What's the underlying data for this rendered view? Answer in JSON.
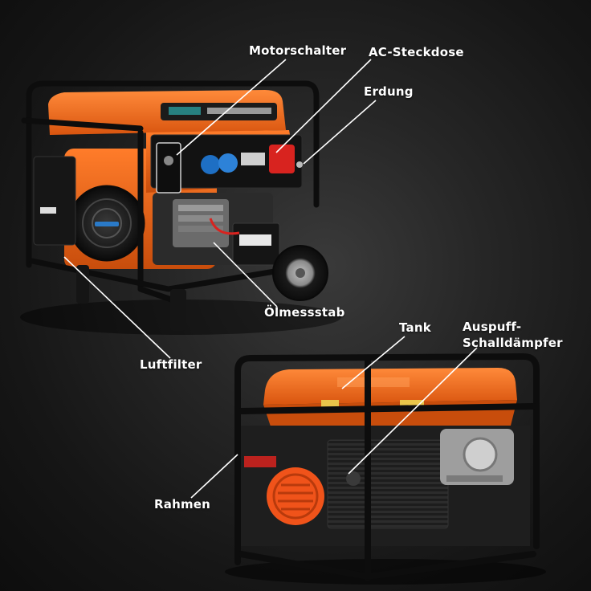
{
  "labels": {
    "motorschalter": "Motorschalter",
    "ac_steckdose": "AC-Steckdose",
    "erdung": "Erdung",
    "oelmessstab": "Ölmessstab",
    "luftfilter": "Luftfilter",
    "tank": "Tank",
    "auspuff_line1": "Auspuff-",
    "auspuff_line2": "Schalldämpfer",
    "rahmen": "Rahmen"
  },
  "colors": {
    "background": "#1a1a1a",
    "generator_orange": "#f06a1e",
    "frame_black": "#141414",
    "socket_blue": "#1e6fc4",
    "socket_red": "#d8231f",
    "callout_line": "#ffffff"
  }
}
